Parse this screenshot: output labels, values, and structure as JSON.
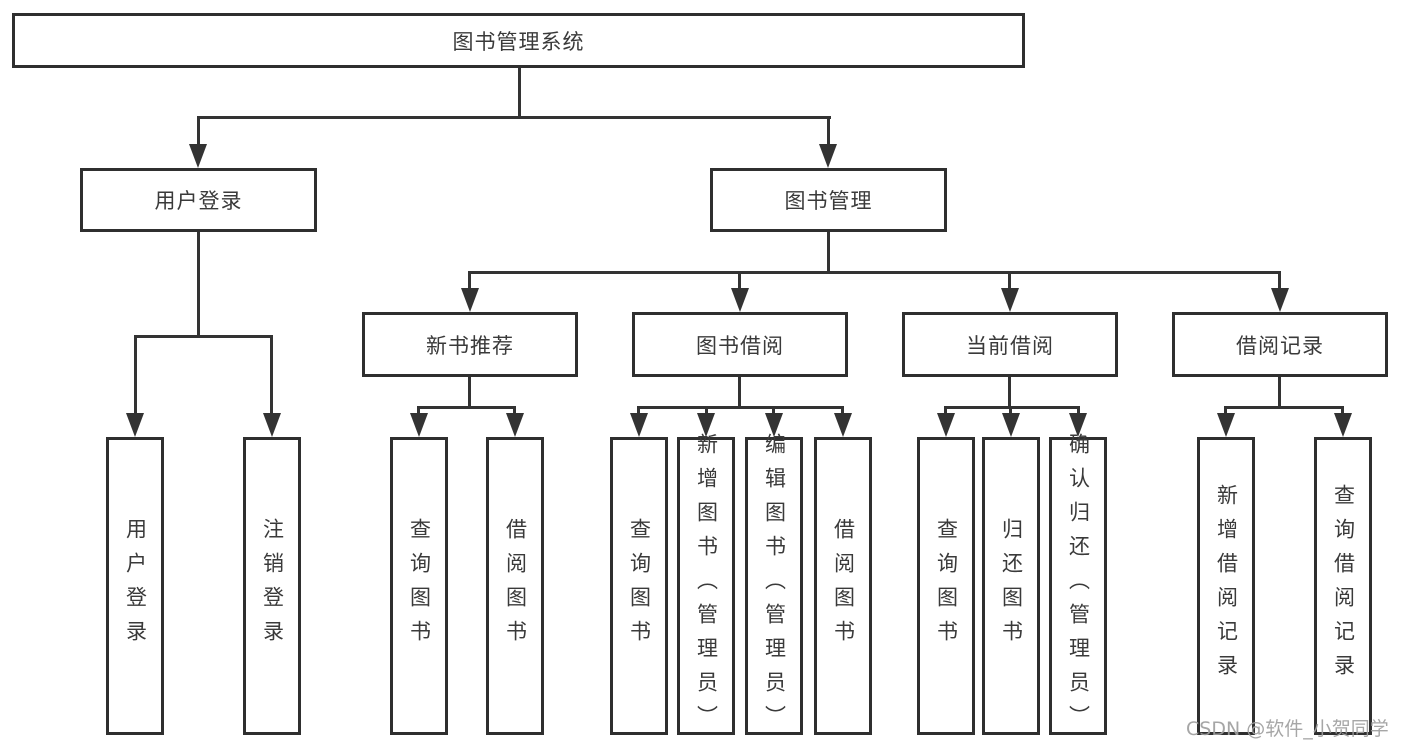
{
  "watermark": "CSDN @软件_小贺同学",
  "colors": {
    "line": "#333333",
    "box_border": "#2f2f2f",
    "text": "#3a3a3a",
    "watermark": "#9e9e9e",
    "background": "#ffffff"
  },
  "tree": {
    "root": "图书管理系统",
    "branches": [
      {
        "label": "用户登录",
        "children": [
          {
            "label": "用户登录"
          },
          {
            "label": "注销登录"
          }
        ]
      },
      {
        "label": "图书管理",
        "groups": [
          {
            "label": "新书推荐",
            "children": [
              {
                "label": "查询图书"
              },
              {
                "label": "借阅图书"
              }
            ]
          },
          {
            "label": "图书借阅",
            "children": [
              {
                "label": "查询图书"
              },
              {
                "label": "新增图书（管理员）"
              },
              {
                "label": "编辑图书（管理员）"
              },
              {
                "label": "借阅图书"
              }
            ]
          },
          {
            "label": "当前借阅",
            "children": [
              {
                "label": "查询图书"
              },
              {
                "label": "归还图书"
              },
              {
                "label": "确认归还（管理员）"
              }
            ]
          },
          {
            "label": "借阅记录",
            "children": [
              {
                "label": "新增借阅记录"
              },
              {
                "label": "查询借阅记录"
              }
            ]
          }
        ]
      }
    ]
  }
}
